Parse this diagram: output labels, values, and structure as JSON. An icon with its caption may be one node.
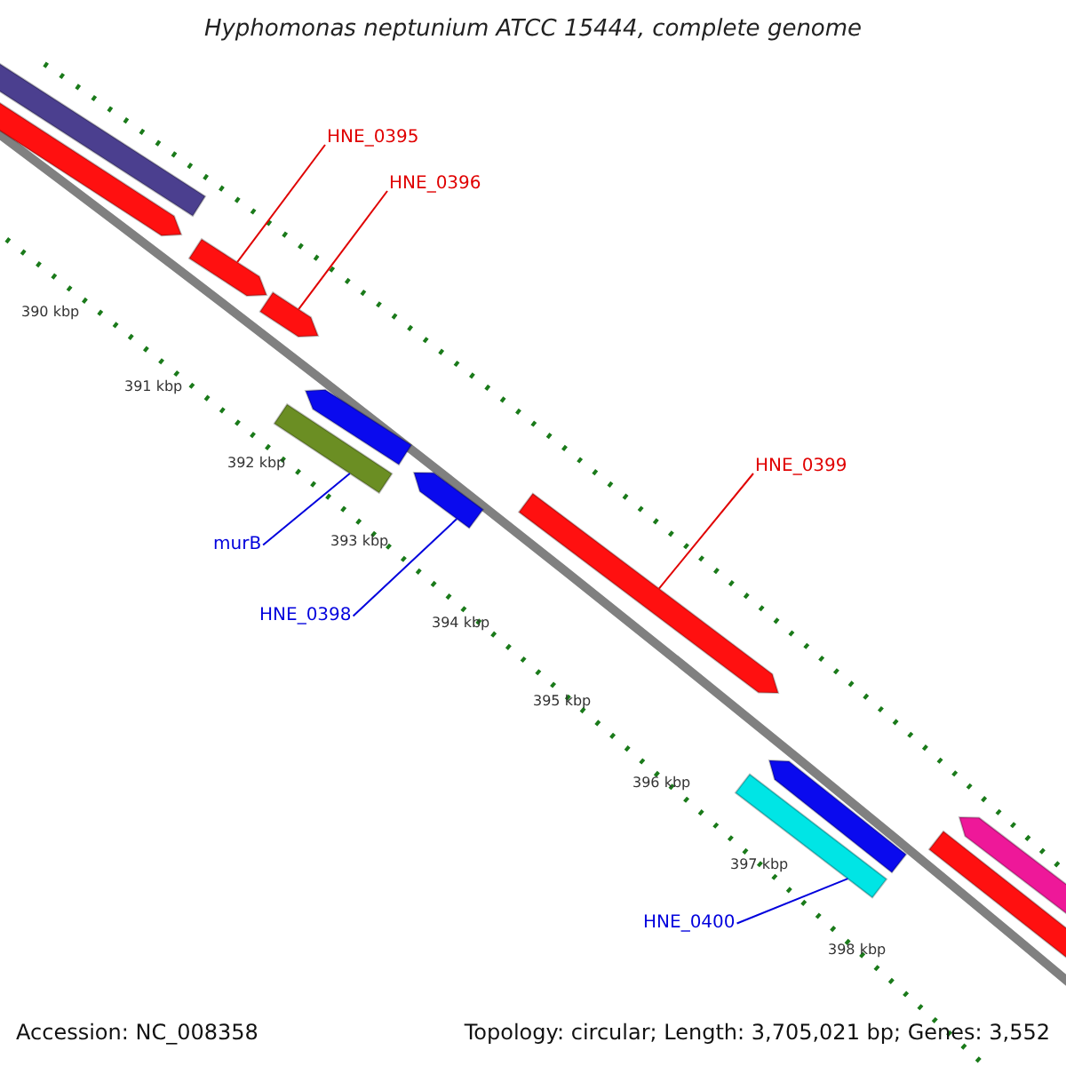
{
  "diagram": {
    "title": "Hyphomonas neptunium ATCC 15444, complete genome",
    "nodes": [
      {
        "text": [],
        "shape": "bar"
      },
      {
        "text": [],
        "shape": "arrow"
      },
      {
        "text": [
          "HNE_0395"
        ]
      },
      {
        "text": [
          "HNE_0396"
        ]
      },
      {
        "text": [],
        "shape": "arrow"
      },
      {
        "text": [],
        "shape": "arrow"
      },
      {
        "text": [],
        "shape": "arrow"
      },
      {
        "text": [],
        "shape": "bar"
      },
      {
        "text": [],
        "shape": "arrow"
      },
      {
        "text": [
          "HNE_0399"
        ]
      },
      {
        "text": [],
        "shape": "arrow"
      },
      {
        "text": [
          "murB"
        ]
      },
      {
        "text": [
          "HNE_0398"
        ]
      },
      {
        "text": [],
        "shape": "arrow"
      },
      {
        "text": [],
        "shape": "bar"
      },
      {
        "text": [],
        "shape": "arrow"
      },
      {
        "text": [],
        "shape": "arrow"
      },
      {
        "text": [
          "HNE_0400"
        ]
      }
    ],
    "edges": [
      {
        "from": 2,
        "to": 4,
        "arrow": "none"
      },
      {
        "from": 3,
        "to": 5,
        "arrow": "none"
      },
      {
        "from": 9,
        "to": 10,
        "arrow": "none"
      },
      {
        "from": 11,
        "to": 7,
        "arrow": "none",
        "color": "#0000dd"
      },
      {
        "from": 12,
        "to": 8,
        "arrow": "none",
        "color": "#0000dd"
      },
      {
        "from": 17,
        "to": 14,
        "arrow": "none",
        "color": "#0000dd"
      }
    ],
    "labels": [
      "390 kbp",
      "391 kbp",
      "392 kbp",
      "393 kbp",
      "394 kbp",
      "395 kbp",
      "396 kbp",
      "397 kbp",
      "398 kbp",
      "Accession: NC_008358",
      "Topology: circular; Length: 3,705,021 bp; Genes: 3,552"
    ]
  }
}
